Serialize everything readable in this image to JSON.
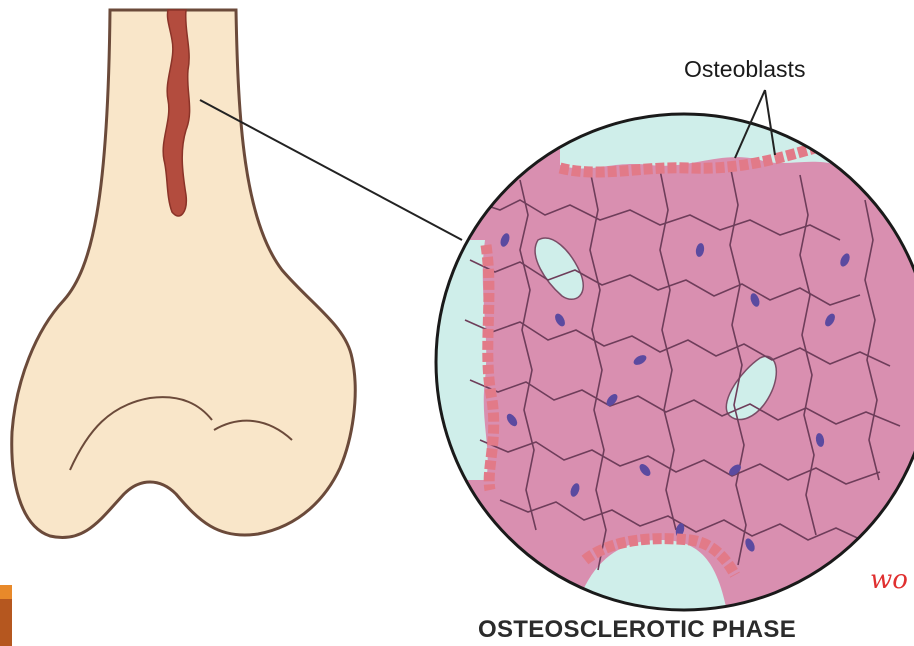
{
  "labels": {
    "osteoblasts": "Osteoblasts",
    "phase_title": "OSTEOSCLEROTIC PHASE",
    "handwritten_note": "wo"
  },
  "colors": {
    "bone_fill": "#f9e6c9",
    "bone_outline": "#6b4a3a",
    "fissure": "#b34c3e",
    "tissue": "#d98fb0",
    "marrow_space": "#cfeeea",
    "osteoblast": "#e27a88",
    "accent_orange": "#e8892a",
    "accent_brown": "#b5571f",
    "handwriting": "#e03030"
  }
}
